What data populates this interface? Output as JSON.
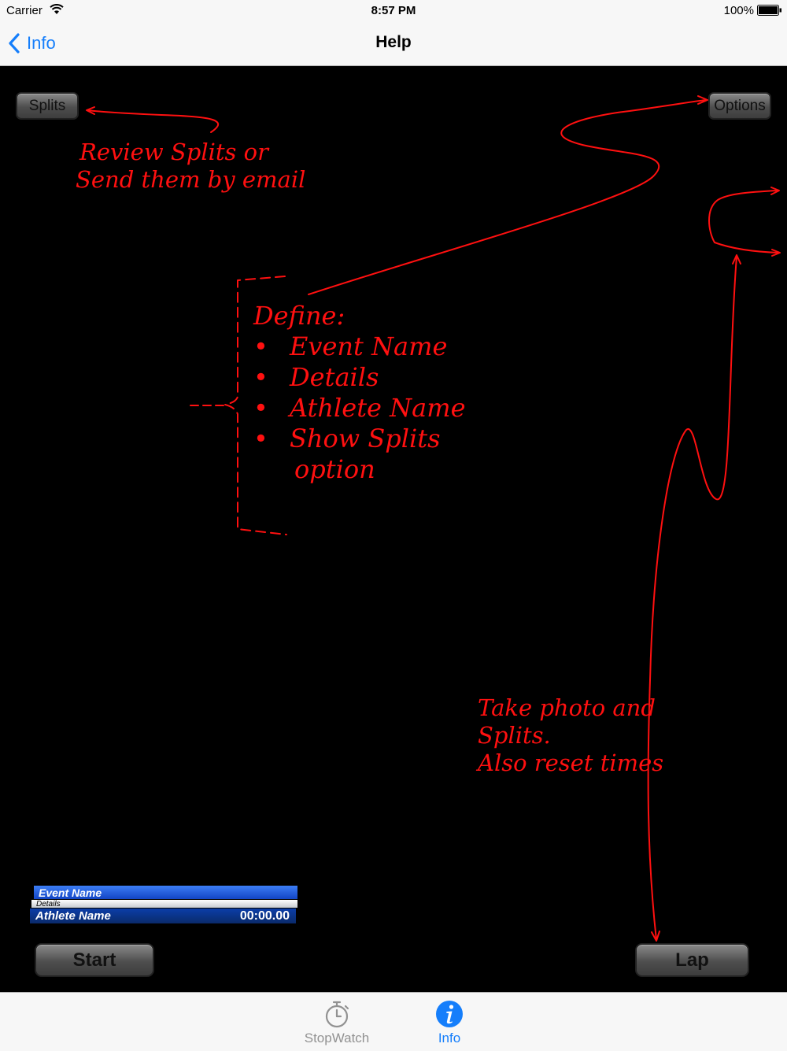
{
  "status_bar": {
    "carrier": "Carrier",
    "time": "8:57 PM",
    "battery": "100%"
  },
  "nav": {
    "back_label": "Info",
    "title": "Help"
  },
  "buttons": {
    "splits": "Splits",
    "options": "Options",
    "start": "Start",
    "lap": "Lap"
  },
  "annotations": {
    "splits_note": [
      "Review Splits or",
      "Send them by email"
    ],
    "define_title": "Define:",
    "define_items": [
      "Event Name",
      "Details",
      "Athlete Name",
      "Show Splits"
    ],
    "define_continuation": "option",
    "bullet": "•",
    "lap_note": [
      "Take photo and",
      "Splits.",
      "Also reset times"
    ]
  },
  "scoreboard": {
    "event": "Event Name",
    "details": "Details",
    "athlete": "Athlete Name",
    "time": "00:00.00"
  },
  "tabs": [
    {
      "label": "StopWatch",
      "icon": "stopwatch-icon",
      "selected": false
    },
    {
      "label": "Info",
      "icon": "info-icon",
      "selected": true
    }
  ],
  "colors": {
    "accent": "#157efb",
    "annotation": "#ff1010",
    "background": "#000000",
    "bar_background": "#f7f7f7"
  }
}
